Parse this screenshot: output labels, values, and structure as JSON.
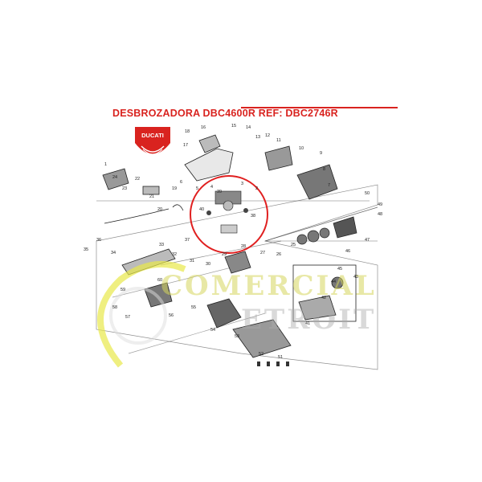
{
  "title": "DESBROZADORA DBC4600R REF: DBC2746R",
  "brand": {
    "logo_text": "DUCATI",
    "color": "#d9231f"
  },
  "watermark": {
    "line1": "COMERCIAL",
    "line2": "ETROIT",
    "accent": "#e8e84a"
  },
  "highlight_color": "#e02020",
  "part_numbers": [
    "18",
    "17",
    "16",
    "15",
    "14",
    "13",
    "12",
    "11",
    "10",
    "9",
    "8",
    "7",
    "6",
    "5",
    "4",
    "3",
    "2",
    "1",
    "24",
    "23",
    "22",
    "21",
    "20",
    "19",
    "40",
    "39",
    "38",
    "37",
    "36",
    "35",
    "34",
    "33",
    "32",
    "31",
    "30",
    "29",
    "28",
    "27",
    "26",
    "25",
    "50",
    "49",
    "48",
    "47",
    "46",
    "45",
    "44",
    "43",
    "42",
    "41",
    "60",
    "59",
    "58",
    "57",
    "56",
    "55",
    "54",
    "53",
    "52",
    "51"
  ]
}
